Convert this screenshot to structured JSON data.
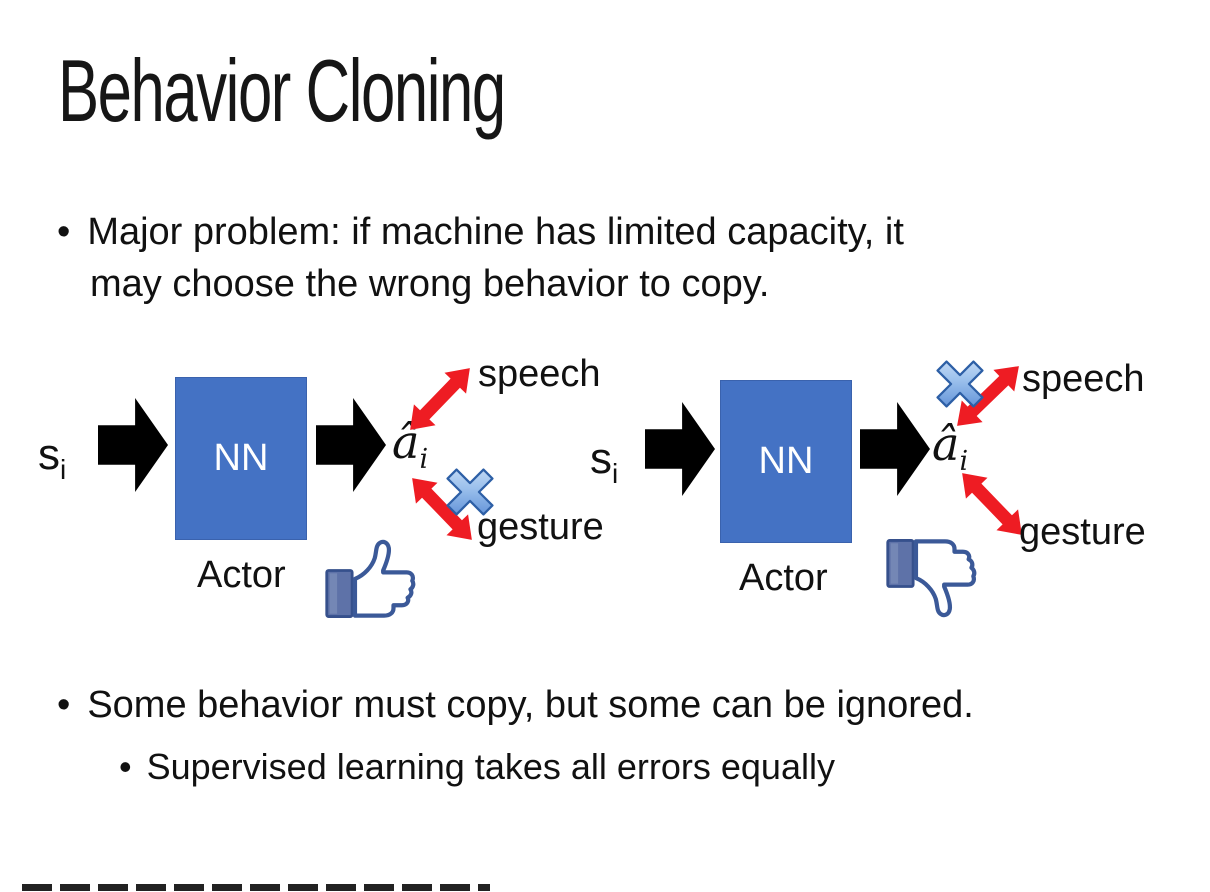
{
  "slide": {
    "title": "Behavior Cloning",
    "bullet_glyph": "•",
    "bullets": {
      "major_problem_line1": "Major problem: if machine has limited capacity, it",
      "major_problem_line2": "may choose the wrong behavior to copy.",
      "some_behavior": "Some behavior must copy, but some can be ignored.",
      "supervised": "Supervised learning takes all errors equally"
    }
  },
  "diagram_left": {
    "input_label": "s",
    "input_subscript": "i",
    "nn_label": "NN",
    "actor_label": "Actor",
    "output_label": "â",
    "output_subscript": "i",
    "speech_label": "speech",
    "gesture_label": "gesture",
    "crossed_out_branch": "gesture",
    "feedback": "thumbs-up"
  },
  "diagram_right": {
    "input_label": "s",
    "input_subscript": "i",
    "nn_label": "NN",
    "actor_label": "Actor",
    "output_label": "â",
    "output_subscript": "i",
    "speech_label": "speech",
    "gesture_label": "gesture",
    "crossed_out_branch": "speech",
    "feedback": "thumbs-down"
  },
  "colors": {
    "background": "#ffffff",
    "text": "#111111",
    "nn_box_fill": "#4472c4",
    "nn_box_border": "#3a62ad",
    "nn_text": "#ffffff",
    "block_arrow": "#000000",
    "red_arrow": "#ee1c23",
    "cross_gradient_light": "#d9e8fa",
    "cross_gradient_dark": "#4a7fd0",
    "cross_border": "#2d5fa6",
    "thumb_outline": "#3b5998",
    "thumb_cuff_fill": "#5e72a8"
  }
}
